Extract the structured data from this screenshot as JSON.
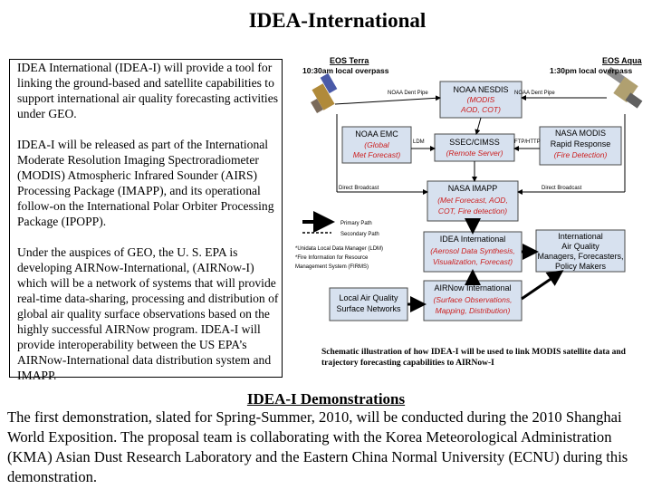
{
  "title": "IDEA-International",
  "textbox": {
    "p1": "IDEA International (IDEA-I) will provide a tool for linking the ground-based and satellite capabilities to support international air quality forecasting activities under GEO.",
    "p2": "IDEA-I will be released as part of the International Moderate Resolution Imaging Spectroradiometer (MODIS) Atmospheric Infrared Sounder (AIRS) Processing Package (IMAPP), and its operational follow-on the International Polar Orbiter Processing Package (IPOPP).",
    "p3": "Under the auspices of GEO, the U. S. EPA is developing AIRNow-International, (AIRNow-I) which will be a network of systems that will provide real-time data-sharing, processing and distribution of global air quality surface observations based on the highly successful AIRNow program. IDEA-I will provide interoperability between the US EPA’s AIRNow-International data distribution system and IMAPP."
  },
  "diagram": {
    "terra_name": "EOS Terra",
    "terra_time": "10:30am local overpass",
    "aqua_name": "EOS Aqua",
    "aqua_time": "1:30pm local overpass",
    "pipe_left": "NOAA Dent Pipe",
    "pipe_right": "NOAA Dent Pipe",
    "nesdis_title": "NOAA NESDIS",
    "nesdis_sub1": "(MODIS",
    "nesdis_sub2": "AOD, COT)",
    "emc_title": "NOAA EMC",
    "emc_sub1": "(Global",
    "emc_sub2": "Met Forecast)",
    "ldm": "LDM",
    "ssec_title": "SSEC/CIMSS",
    "ssec_sub": "(Remote Server)",
    "ftp": "FTP/HTTP",
    "nasa_rr_title1": "NASA MODIS",
    "nasa_rr_title2": "Rapid Response",
    "nasa_rr_sub": "(Fire Detection)",
    "direct_left": "Direct Broadcast",
    "direct_right": "Direct Broadcast",
    "imapp_title": "NASA IMAPP",
    "imapp_sub1": "(Met Forecast, AOD,",
    "imapp_sub2": "COT, Fire detection)",
    "legend_primary": "Primary Path",
    "legend_secondary": "Secondary Path",
    "footnote1": "*Unidata Local Data Manager (LDM)",
    "footnote2": "*Fire Information for Resource",
    "footnote3": "Management System (FIRMS)",
    "idea_title": "IDEA International",
    "idea_sub1": "(Aerosol Data Synthesis,",
    "idea_sub2": "Visualization, Forecast)",
    "intl_1": "International",
    "intl_2": "Air Quality",
    "intl_3": "Managers, Forecasters,",
    "intl_4": "Policy Makers",
    "local_1": "Local Air Quality",
    "local_2": "Surface Networks",
    "airnow_title": "AIRNow International",
    "airnow_sub1": "(Surface Observations,",
    "airnow_sub2": "Mapping, Distribution)",
    "colors": {
      "box_fill": "#d7e1ef",
      "italic_red": "#cc2020",
      "border": "#4a4a4a"
    }
  },
  "caption": "Schematic illustration of how IDEA-I will be used to link MODIS satellite data and trajectory forecasting capabilities to AIRNow-I",
  "demo": {
    "heading": "IDEA-I Demonstrations",
    "body": "The first demonstration, slated for Spring-Summer, 2010, will be conducted during the 2010 Shanghai World Exposition. The proposal team is collaborating with the Korea Meteorological Administration (KMA) Asian Dust Research Laboratory and the Eastern China Normal University (ECNU) during this demonstration."
  }
}
